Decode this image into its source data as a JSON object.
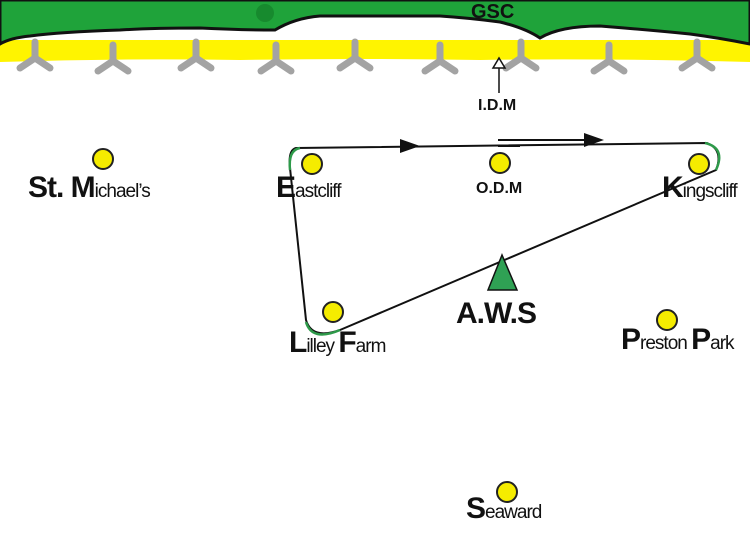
{
  "map": {
    "coast_label": "GSC",
    "colors": {
      "land": "#1fa33a",
      "beach": "#fff400",
      "turbine": "#a3a3a3",
      "marker": "#f5ec00",
      "route": "#111111",
      "route_corner": "#2e9a4a",
      "aws_marker": "#2fa154"
    },
    "markers": {
      "idm": "I.D.M",
      "odm": "O.D.M",
      "aws": "A.W.S"
    },
    "places": {
      "st_michaels": {
        "initial": "St. M",
        "rest": "ichael’s"
      },
      "eastcliff": {
        "initial": "E",
        "rest": "astcliff"
      },
      "kingscliff": {
        "initial": "K",
        "rest": "ingscliff"
      },
      "lilley_farm_a": {
        "initial": "L",
        "rest": "illey "
      },
      "lilley_farm_b": {
        "initial": "F",
        "rest": "arm"
      },
      "preston_park_a": {
        "initial": "P",
        "rest": "reston "
      },
      "preston_park_b": {
        "initial": "P",
        "rest": "ark"
      },
      "seaward": {
        "initial": "S",
        "rest": "eaward"
      }
    }
  }
}
